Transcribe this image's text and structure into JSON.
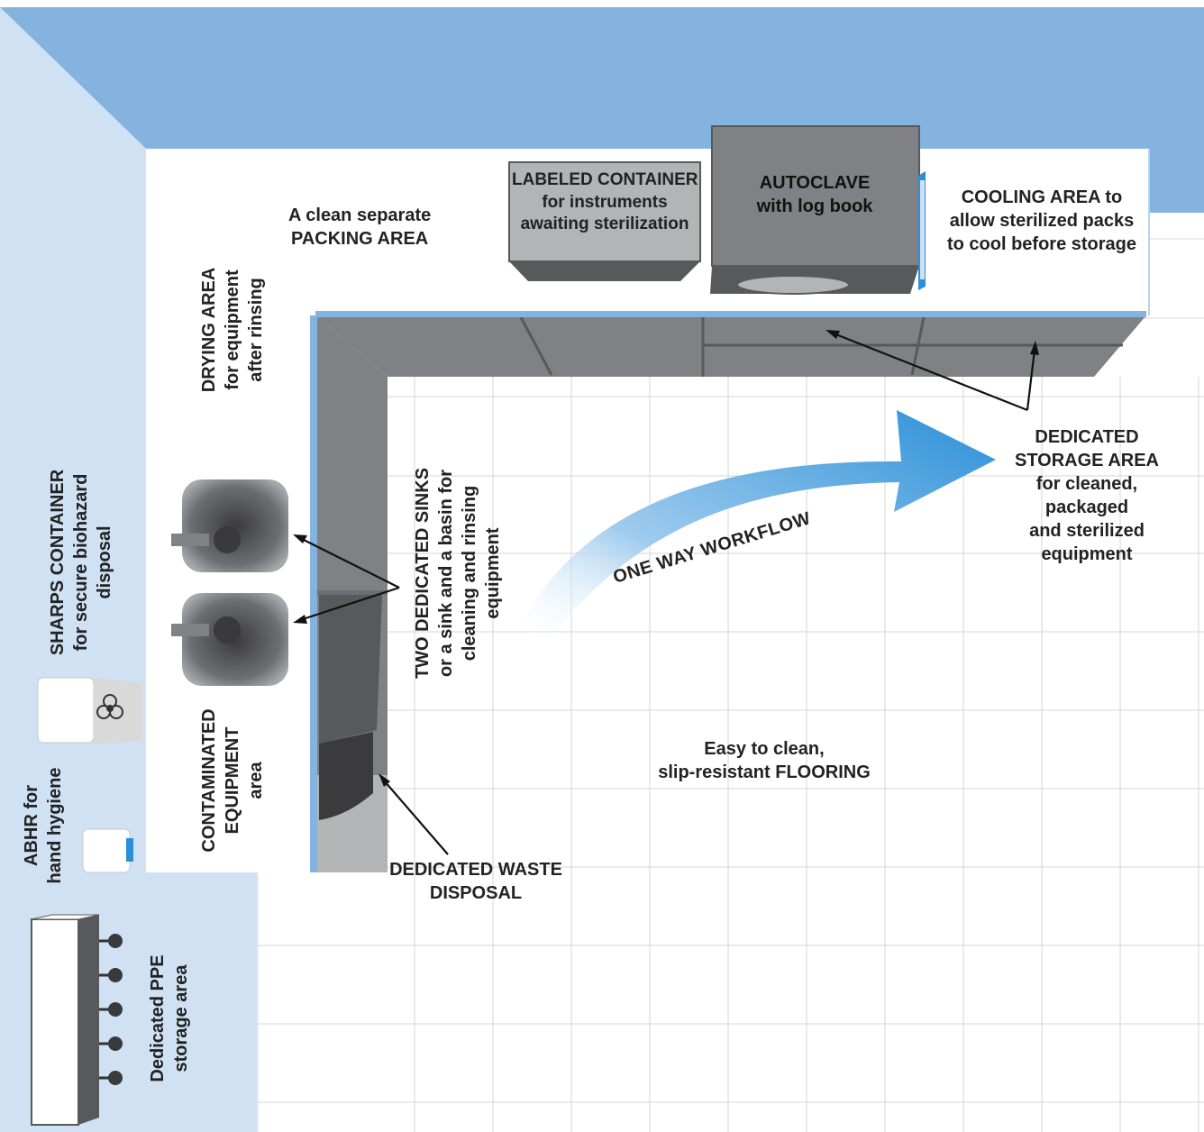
{
  "colors": {
    "wall": "#84b3e0",
    "side_panel": "#cfe1f3",
    "counter": "#808184",
    "counter_dark": "#58595b",
    "arrow": "#2a8fd8",
    "grid": "#d6d6d6"
  },
  "icons": [
    "biohazard-icon",
    "hand-rub-bottle-icon",
    "sink-icon",
    "autoclave-icon",
    "curved-arrow-icon"
  ],
  "labels": {
    "packing": [
      "A clean separate",
      "PACKING AREA"
    ],
    "labeled_container": [
      "LABELED CONTAINER",
      "for instruments",
      "awaiting sterilization"
    ],
    "autoclave": [
      "AUTOCLAVE",
      "with log book"
    ],
    "cooling": [
      "COOLING AREA to",
      "allow sterilized packs",
      "to cool before storage"
    ],
    "drying": [
      "DRYING AREA",
      "for equipment",
      "after rinsing"
    ],
    "sharps": [
      "SHARPS CONTAINER",
      "for secure biohazard",
      "disposal"
    ],
    "sinks": [
      "TWO DEDICATED SINKS",
      "or a sink and a basin for",
      "cleaning and rinsing",
      "equipment"
    ],
    "workflow": "ONE WAY WORKFLOW",
    "storage": [
      "DEDICATED",
      "STORAGE AREA",
      "for cleaned,",
      "packaged",
      "and sterilized",
      "equipment"
    ],
    "contaminated": [
      "CONTAMINATED",
      "EQUIPMENT",
      "area"
    ],
    "abhr": [
      "ABHR for",
      "hand hygiene"
    ],
    "flooring": [
      "Easy to clean,",
      "slip-resistant FLOORING"
    ],
    "waste": [
      "DEDICATED WASTE",
      "DISPOSAL"
    ],
    "ppe": [
      "Dedicated PPE",
      "storage area"
    ]
  }
}
